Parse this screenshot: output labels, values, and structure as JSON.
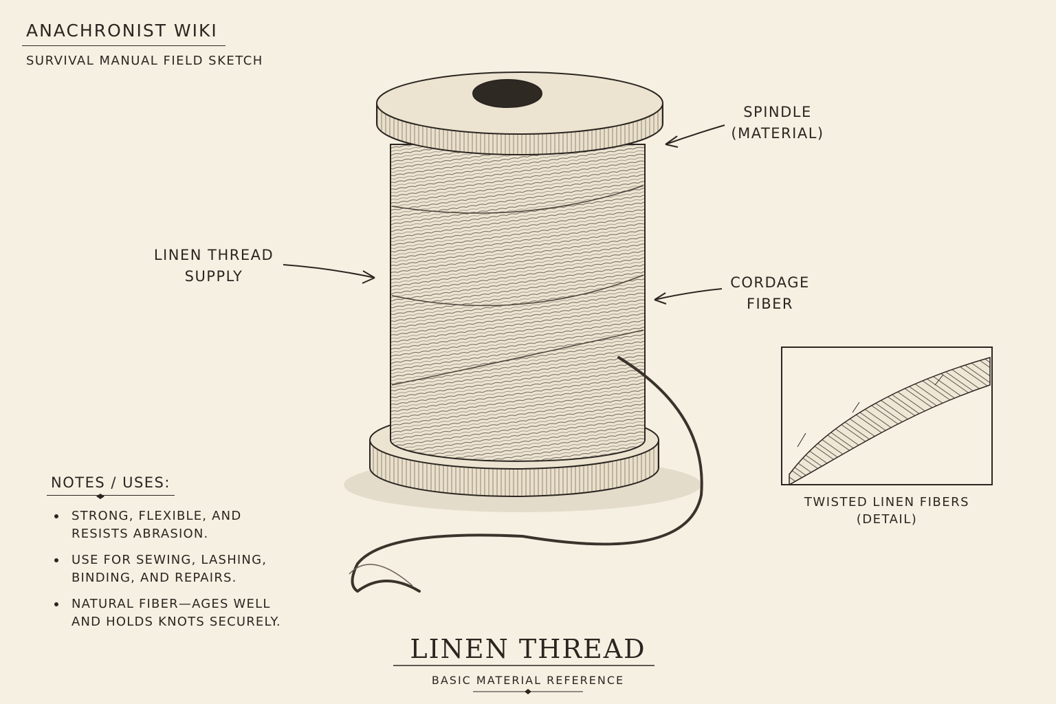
{
  "header": {
    "title": "Anachronist Wiki",
    "subtitle": "Survival Manual Field Sketch"
  },
  "callouts": {
    "spindle": [
      "Spindle",
      "(Material)"
    ],
    "linen_supply": [
      "Linen Thread",
      "Supply"
    ],
    "cordage": [
      "Cordage",
      "Fiber"
    ]
  },
  "inset": {
    "caption": [
      "Twisted Linen Fibers",
      "(Detail)"
    ]
  },
  "notes": {
    "heading": "Notes / Uses:",
    "items": [
      [
        "Strong, flexible, and",
        "resists abrasion."
      ],
      [
        "Use for sewing, lashing,",
        "binding, and repairs."
      ],
      [
        "Natural fiber—ages well",
        "and holds knots securely."
      ]
    ]
  },
  "footer": {
    "title": "Linen Thread",
    "subtitle": "Basic Material Reference"
  },
  "colors": {
    "paper": "#f6f0e2",
    "ink": "#2a2520"
  }
}
